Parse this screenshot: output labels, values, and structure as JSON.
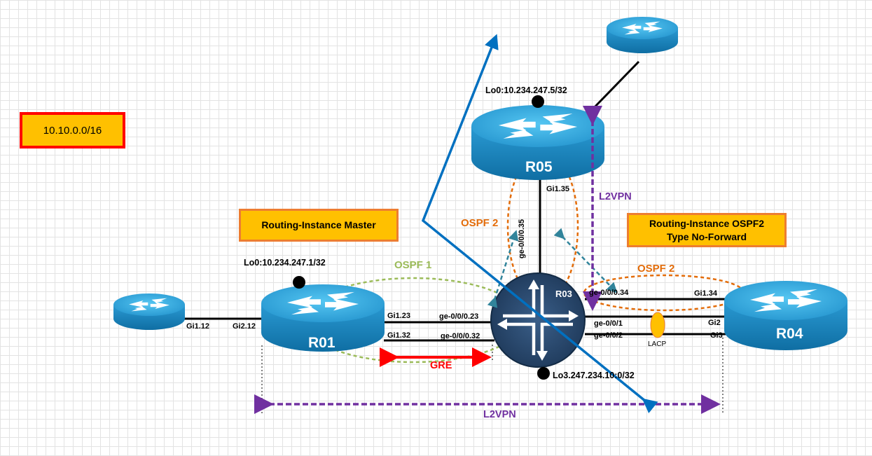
{
  "boxes": {
    "network": "10.10.0.0/16",
    "master": "Routing-Instance Master",
    "ospf2_line1": "Routing-Instance OSPF2",
    "ospf2_line2": "Type No-Forward"
  },
  "routers": {
    "r01": "R01",
    "r04": "R04",
    "r05": "R05",
    "r03": "R03"
  },
  "loopbacks": {
    "r05": "Lo0:10.234.247.5/32",
    "r01": "Lo0:10.234.247.1/32",
    "r03": "Lo3.247.234.10:0/32"
  },
  "interfaces": {
    "gi1_12": "Gi1.12",
    "gi2_12": "Gi2.12",
    "gi1_23": "Gi1.23",
    "gi1_32": "Gi1.32",
    "ge_0_0_0_23": "ge-0/0/0.23",
    "ge_0_0_0_32": "ge-0/0/0.32",
    "gi1_35": "Gi1.35",
    "ge_0_0_0_35": "ge-0/0/0.35",
    "ge_0_0_0_34": "ge-0/0/0.34",
    "gi1_34": "Gi1.34",
    "ge_0_0_1": "ge-0/0/1",
    "ge_0_0_2": "ge-0/0/2",
    "gi2": "Gi2",
    "gi3": "Gi3"
  },
  "protocols": {
    "ospf1": "OSPF 1",
    "ospf2_top": "OSPF 2",
    "ospf2_right": "OSPF 2",
    "l2vpn_top": "L2VPN",
    "l2vpn_bottom": "L2VPN",
    "gre": "GRE",
    "lacp": "LACP"
  },
  "colors": {
    "router_body": "#1d8cc5",
    "router_top": "#3eb1e5",
    "juniper_body": "#2d4a6e",
    "ospf1": "#9bbb59",
    "ospf2": "#e36c09",
    "l2vpn": "#7030a0",
    "gre": "#ff0000",
    "teal_arrow": "#31849b",
    "blue_arrow": "#0070c0",
    "box_fill": "#ffc000",
    "box_border": "#ed7d31",
    "network_border": "#ff0000"
  }
}
